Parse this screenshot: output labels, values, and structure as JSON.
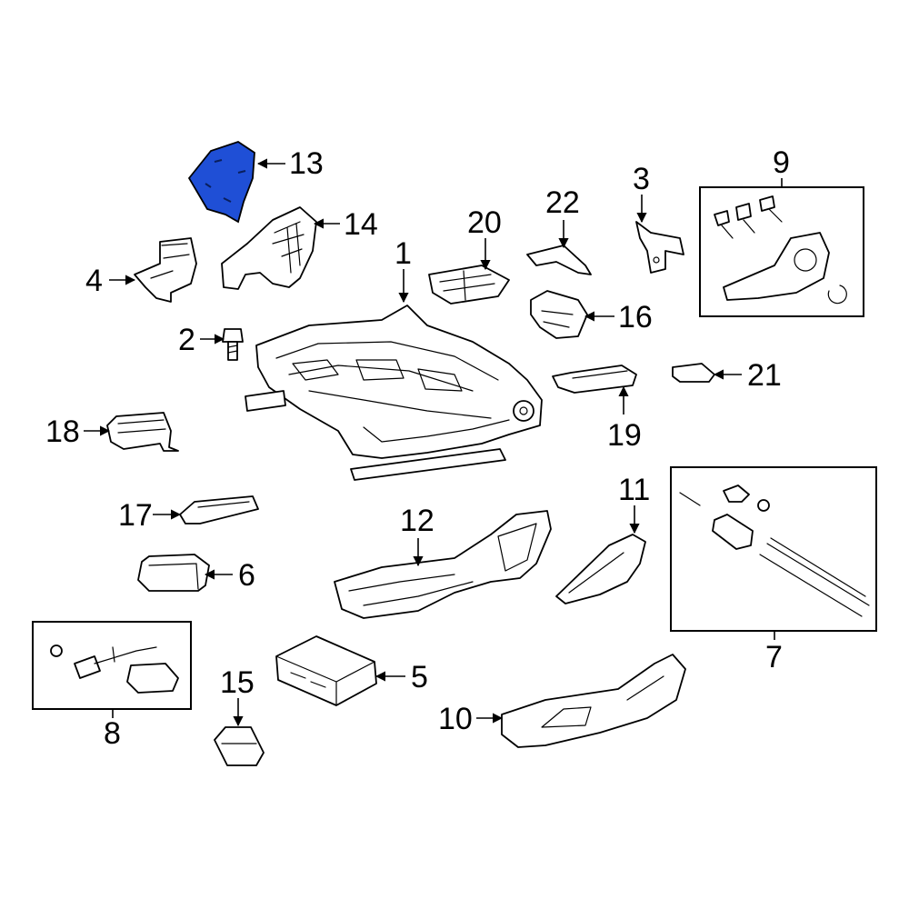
{
  "diagram": {
    "highlight_color": "#1f4fd6",
    "highlighted_part": "13",
    "callouts": {
      "c1": "1",
      "c2": "2",
      "c3": "3",
      "c4": "4",
      "c5": "5",
      "c6": "6",
      "c7": "7",
      "c8": "8",
      "c9": "9",
      "c10": "10",
      "c11": "11",
      "c12": "12",
      "c13": "13",
      "c14": "14",
      "c15": "15",
      "c16": "16",
      "c17": "17",
      "c18": "18",
      "c19": "19",
      "c20": "20",
      "c21": "21",
      "c22": "22"
    }
  }
}
